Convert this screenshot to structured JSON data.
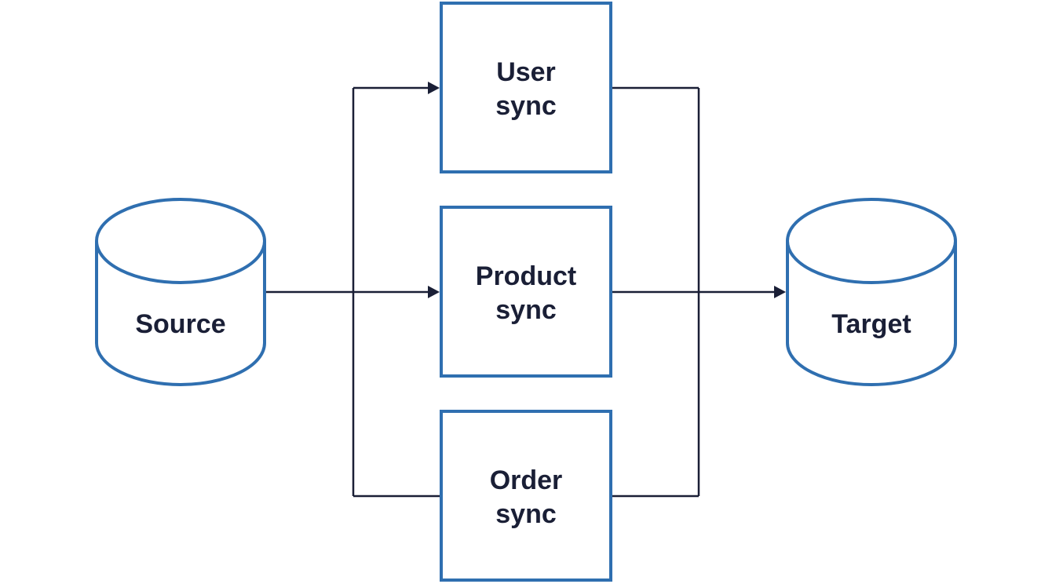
{
  "colors": {
    "node_stroke": "#2f6fb0",
    "connector": "#1a1f36",
    "text": "#1a1f36",
    "background": "#ffffff"
  },
  "nodes": {
    "source": {
      "label": "Source",
      "shape": "database-cylinder"
    },
    "target": {
      "label": "Target",
      "shape": "database-cylinder"
    },
    "user_sync": {
      "label_line1": "User",
      "label_line2": "sync",
      "shape": "box"
    },
    "product_sync": {
      "label_line1": "Product",
      "label_line2": "sync",
      "shape": "box"
    },
    "order_sync": {
      "label_line1": "Order",
      "label_line2": "sync",
      "shape": "box"
    }
  },
  "edges": [
    {
      "from": "source",
      "to": "user_sync",
      "arrow": true
    },
    {
      "from": "source",
      "to": "product_sync",
      "arrow": true
    },
    {
      "from": "source",
      "to": "order_sync",
      "arrow": false
    },
    {
      "from": "user_sync",
      "to": "target",
      "arrow": true
    },
    {
      "from": "product_sync",
      "to": "target",
      "arrow": true
    },
    {
      "from": "order_sync",
      "to": "target",
      "arrow": true
    }
  ]
}
